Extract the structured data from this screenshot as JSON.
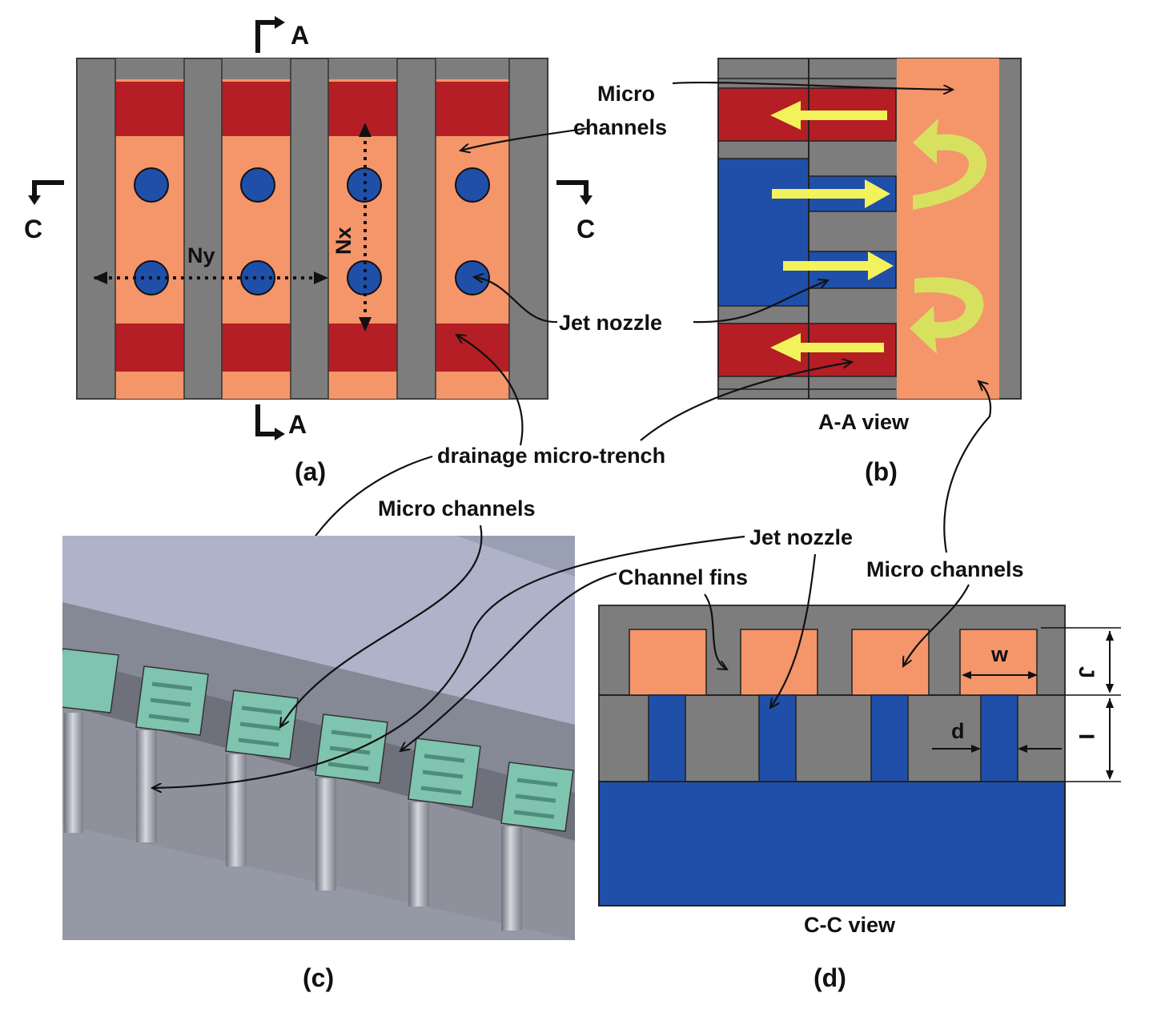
{
  "labels": {
    "section_a": "A",
    "section_c": "C",
    "ny": "Ny",
    "nx": "Nx",
    "micro_channels_line1": "Micro",
    "micro_channels_line2": "channels",
    "jet_nozzle": "Jet nozzle",
    "drainage_micro_trench": "drainage micro-trench",
    "aa_view": "A-A view",
    "cc_view": "C-C view",
    "micro_channels_c": "Micro channels",
    "jet_nozzle_d": "Jet nozzle",
    "channel_fins": "Channel fins",
    "micro_channels_d": "Micro channels",
    "dim_w": "w",
    "dim_d": "d",
    "dim_hc": "J",
    "dim_hn": "I"
  },
  "captions": {
    "a": "(a)",
    "b": "(b)",
    "c": "(c)",
    "d": "(d)"
  },
  "colors": {
    "fin_gray": "#7d7d7d",
    "channel_orange": "#f4956a",
    "trench_red": "#b51e24",
    "nozzle_blue": "#1f4fa8",
    "flow_yellow": "#f2f25a",
    "render_teal": "#7fc4ae",
    "render_gray": "#8a8d99"
  }
}
